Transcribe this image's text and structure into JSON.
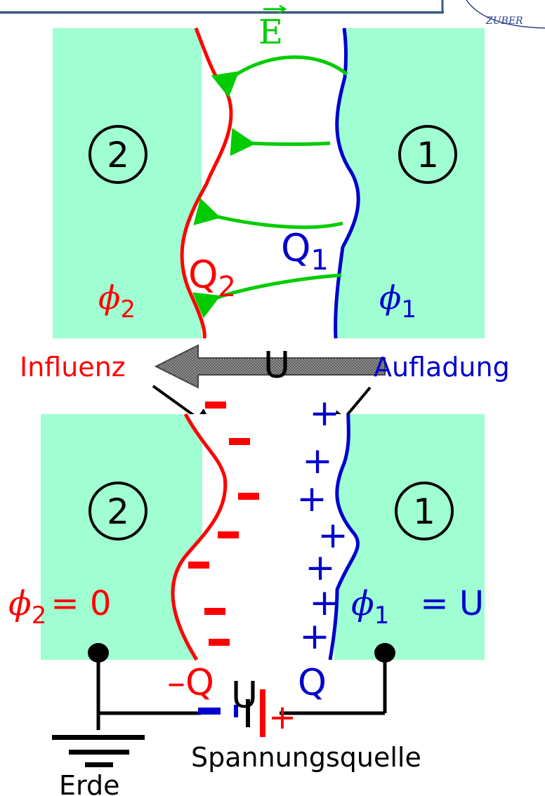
{
  "diagram": {
    "top": {
      "field_label": "E",
      "conductor_2": "2",
      "conductor_1": "1",
      "charge_2": {
        "base": "Q",
        "sub": "2"
      },
      "charge_1": {
        "base": "Q",
        "sub": "1"
      },
      "potential_2": {
        "base": "ϕ",
        "sub": "2"
      },
      "potential_1": {
        "base": "ϕ",
        "sub": "1"
      }
    },
    "middle": {
      "voltage_label": "U",
      "influence_label": "Influenz",
      "charging_label": "Aufladung"
    },
    "bottom": {
      "conductor_2": "2",
      "conductor_1": "1",
      "potential_2": {
        "base": "ϕ",
        "sub": "2",
        "rest": "= 0"
      },
      "potential_1": {
        "base": "ϕ",
        "sub": "1",
        "rest": "= U"
      },
      "charge_neg": "–Q",
      "charge_pos": "Q",
      "minus_sign": "–",
      "plus_sign": "+",
      "source_voltage": "U",
      "source_label": "Spannungsquelle",
      "ground_label": "Erde",
      "source_plus": "+"
    },
    "colors": {
      "conductor_fill": "#a0ffd2",
      "red": "#ff0000",
      "blue": "#0000cc",
      "green": "#00cc00",
      "black": "#000000",
      "header_border": "#3c5a82"
    }
  }
}
